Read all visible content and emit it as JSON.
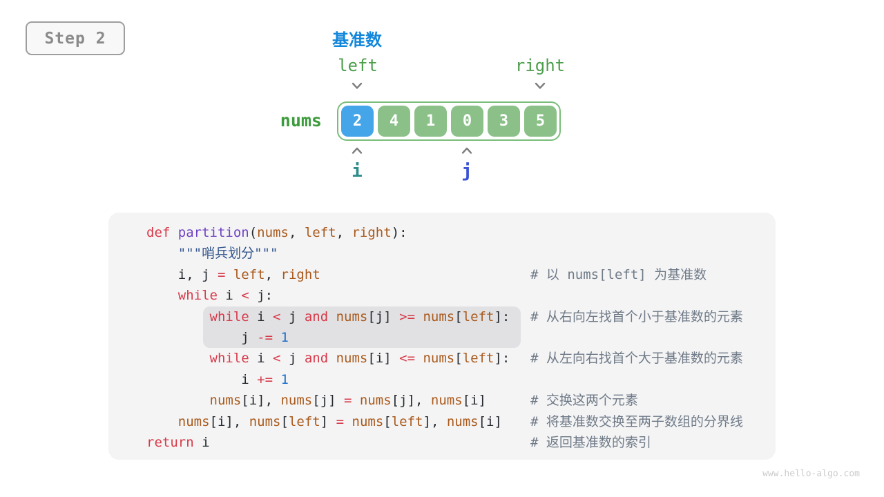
{
  "step_badge": {
    "label": "Step 2"
  },
  "pivot_title": "基准数",
  "pointers": {
    "left": "left",
    "right": "right",
    "i": "i",
    "j": "j"
  },
  "array": {
    "label": "nums",
    "cells": [
      {
        "value": "2",
        "role": "pivot"
      },
      {
        "value": "4",
        "role": "normal"
      },
      {
        "value": "1",
        "role": "normal"
      },
      {
        "value": "0",
        "role": "normal"
      },
      {
        "value": "3",
        "role": "normal"
      },
      {
        "value": "5",
        "role": "normal"
      }
    ]
  },
  "code": {
    "language": "python",
    "lines": [
      {
        "tokens": [
          [
            "k",
            "def "
          ],
          [
            "f",
            "partition"
          ],
          [
            "p",
            "("
          ],
          [
            "v",
            "nums"
          ],
          [
            "p",
            ", "
          ],
          [
            "v",
            "left"
          ],
          [
            "p",
            ", "
          ],
          [
            "v",
            "right"
          ],
          [
            "p",
            "):"
          ]
        ],
        "comment": null,
        "highlight": false
      },
      {
        "tokens": [
          [
            "p",
            "    "
          ],
          [
            "s",
            "\"\"\"哨兵划分\"\"\""
          ]
        ],
        "comment": null,
        "highlight": false
      },
      {
        "tokens": [
          [
            "p",
            "    i, j "
          ],
          [
            "k",
            "="
          ],
          [
            "p",
            " "
          ],
          [
            "v",
            "left"
          ],
          [
            "p",
            ", "
          ],
          [
            "v",
            "right"
          ]
        ],
        "comment": "# 以 nums[left] 为基准数",
        "highlight": false
      },
      {
        "tokens": [
          [
            "p",
            "    "
          ],
          [
            "k",
            "while"
          ],
          [
            "p",
            " i "
          ],
          [
            "k",
            "<"
          ],
          [
            "p",
            " j:"
          ]
        ],
        "comment": null,
        "highlight": false
      },
      {
        "tokens": [
          [
            "p",
            "        "
          ],
          [
            "k",
            "while"
          ],
          [
            "p",
            " i "
          ],
          [
            "k",
            "<"
          ],
          [
            "p",
            " j "
          ],
          [
            "k",
            "and"
          ],
          [
            "p",
            " "
          ],
          [
            "v",
            "nums"
          ],
          [
            "p",
            "[j] "
          ],
          [
            "k",
            ">="
          ],
          [
            "p",
            " "
          ],
          [
            "v",
            "nums"
          ],
          [
            "p",
            "["
          ],
          [
            "v",
            "left"
          ],
          [
            "p",
            "]:"
          ]
        ],
        "comment": "# 从右向左找首个小于基准数的元素",
        "highlight": true
      },
      {
        "tokens": [
          [
            "p",
            "            j "
          ],
          [
            "k",
            "-="
          ],
          [
            "p",
            " "
          ],
          [
            "n",
            "1"
          ]
        ],
        "comment": null,
        "highlight": true
      },
      {
        "tokens": [
          [
            "p",
            "        "
          ],
          [
            "k",
            "while"
          ],
          [
            "p",
            " i "
          ],
          [
            "k",
            "<"
          ],
          [
            "p",
            " j "
          ],
          [
            "k",
            "and"
          ],
          [
            "p",
            " "
          ],
          [
            "v",
            "nums"
          ],
          [
            "p",
            "[i] "
          ],
          [
            "k",
            "<="
          ],
          [
            "p",
            " "
          ],
          [
            "v",
            "nums"
          ],
          [
            "p",
            "["
          ],
          [
            "v",
            "left"
          ],
          [
            "p",
            "]:"
          ]
        ],
        "comment": "# 从左向右找首个大于基准数的元素",
        "highlight": false
      },
      {
        "tokens": [
          [
            "p",
            "            i "
          ],
          [
            "k",
            "+="
          ],
          [
            "p",
            " "
          ],
          [
            "n",
            "1"
          ]
        ],
        "comment": null,
        "highlight": false
      },
      {
        "tokens": [
          [
            "p",
            "        "
          ],
          [
            "v",
            "nums"
          ],
          [
            "p",
            "[i], "
          ],
          [
            "v",
            "nums"
          ],
          [
            "p",
            "[j] "
          ],
          [
            "k",
            "="
          ],
          [
            "p",
            " "
          ],
          [
            "v",
            "nums"
          ],
          [
            "p",
            "[j], "
          ],
          [
            "v",
            "nums"
          ],
          [
            "p",
            "[i]"
          ]
        ],
        "comment": "# 交换这两个元素",
        "highlight": false
      },
      {
        "tokens": [
          [
            "p",
            "    "
          ],
          [
            "v",
            "nums"
          ],
          [
            "p",
            "[i], "
          ],
          [
            "v",
            "nums"
          ],
          [
            "p",
            "["
          ],
          [
            "v",
            "left"
          ],
          [
            "p",
            "] "
          ],
          [
            "k",
            "="
          ],
          [
            "p",
            " "
          ],
          [
            "v",
            "nums"
          ],
          [
            "p",
            "["
          ],
          [
            "v",
            "left"
          ],
          [
            "p",
            "], "
          ],
          [
            "v",
            "nums"
          ],
          [
            "p",
            "[i]"
          ]
        ],
        "comment": "# 将基准数交换至两子数组的分界线",
        "highlight": false
      },
      {
        "tokens": [
          [
            "k",
            "return"
          ],
          [
            "p",
            " i"
          ]
        ],
        "comment": "# 返回基准数的索引",
        "highlight": false
      }
    ]
  },
  "watermark": "www.hello-algo.com",
  "colors": {
    "pivot_blue": "#45A5E9",
    "cell_green": "#8BC189",
    "array_border_green": "#7ABD7A",
    "label_green": "#3C9B3C",
    "pointer_green": "#4C9E4C",
    "pivot_title_blue": "#1287DB",
    "i_teal": "#2F8C8C",
    "j_blue": "#3A52D5",
    "code_bg": "#F4F4F5",
    "highlight_bg": "#E1E1E4",
    "badge_text": "#8A8A8A",
    "badge_border": "#9E9E9E",
    "arrow_gray": "#7E7E7E",
    "watermark": "#CBCBCB",
    "syntax": {
      "keyword": "#D73A49",
      "func": "#6F42C1",
      "variable": "#A9591B",
      "string": "#33568C",
      "number": "#1A6FC9",
      "comment": "#6F7A87",
      "plain": "#24292F"
    }
  }
}
